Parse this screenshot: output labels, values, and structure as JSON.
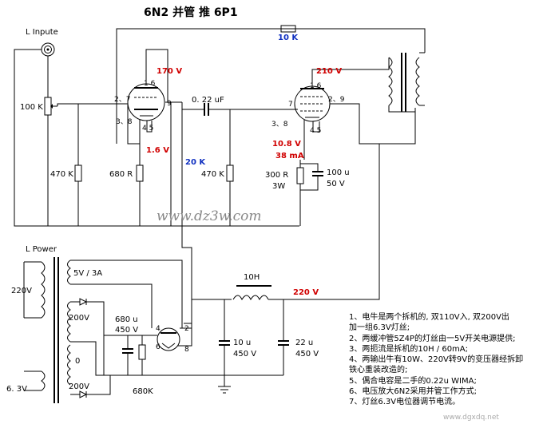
{
  "title": "6N2 并管 推 6P1",
  "input_label": "L Inpute",
  "power_label": "L Power",
  "watermark": "www.dz3w.com",
  "watermark2": "www.dgxdq.net",
  "voltages": {
    "v170": "170 V",
    "v16": "1.6 V",
    "v210": "210 V",
    "v108": "10.8 V",
    "ma38": "38 mA",
    "v220": "220 V"
  },
  "parts": {
    "r10k": "10 K",
    "r100k": "100 K",
    "r470k_a": "470 K",
    "r680r": "680 R",
    "r20k": "20 K",
    "c022": "0. 22 uF",
    "r470k_b": "470 K",
    "r300r": "300 R",
    "r300r_w": "3W",
    "c100u": "100 u",
    "c100u_v": "50 V",
    "choke": "10H",
    "sec_5v": "5V / 3A",
    "pri_220": "220V",
    "sec_200a": "200V",
    "sec_0": "0",
    "sec_200b": "200V",
    "sec_63": "6. 3V",
    "c680": "680 u",
    "c680_v": "450 V",
    "r680k": "680K",
    "c10u": "10 u",
    "c10u_v": "450 V",
    "c22u": "22 u",
    "c22u_v": "450 V"
  },
  "pins": {
    "t1_16": "1 6",
    "t1_27": "2、7",
    "t1_38": "3、8",
    "t1_9": "9",
    "t1_45": "4 5",
    "t2_16": "1 6",
    "t2_7": "7",
    "t2_29": "2、9",
    "t2_38": "3、8",
    "t2_45": "4 5",
    "rect_4": "4",
    "rect_2": "2",
    "rect_6": "6",
    "rect_8": "8"
  },
  "notes": [
    "1、电牛是两个拆机的, 双110V入, 双200V出",
    "加一组6.3V灯丝;",
    "2、两缓冲管5Z4P的灯丝由一5V开关电源提供;",
    "3、两扼流是拆机的10H / 60mA;",
    "4、两输出牛有10W、220V转9V的变压器经拆卸",
    "铁心重装改造的;",
    "5、偶合电容是二手的0.22u WIMA;",
    "6、电压放大6N2采用并管工作方式;",
    "7、灯丝6.3V电位器调节电流。"
  ]
}
